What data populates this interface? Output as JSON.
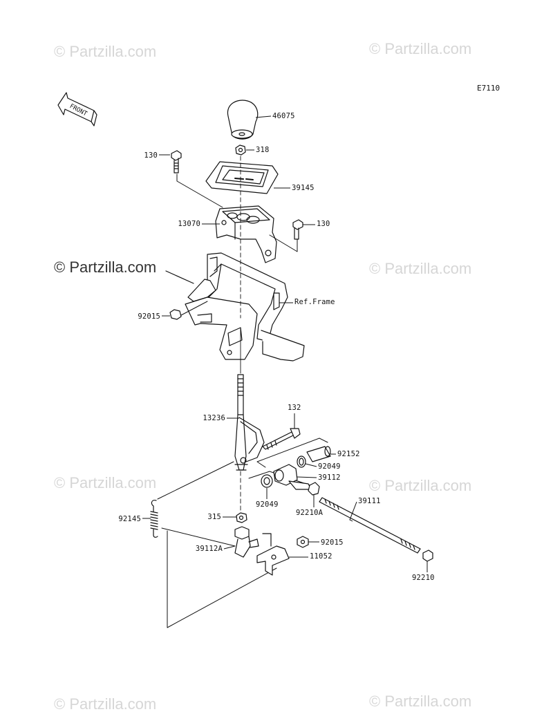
{
  "watermarks": {
    "top_left": "© Partzilla.com",
    "top_right": "© Partzilla.com",
    "mid_left": "© Partzilla.com",
    "mid_right": "© Partzilla.com",
    "low_left": "© Partzilla.com",
    "low_right": "© Partzilla.com",
    "bottom_left": "© Partzilla.com",
    "bottom_right": "© Partzilla.com"
  },
  "diagram_code": "E7110",
  "front_label": "FRONT",
  "parts": {
    "p46075": "46075",
    "p318": "318",
    "p130a": "130",
    "p39145": "39145",
    "p13070": "13070",
    "p130b": "130",
    "p_ref_frame": "Ref.Frame",
    "p92015a": "92015",
    "p132": "132",
    "p13236": "13236",
    "p92152": "92152",
    "p92049a": "92049",
    "p39112": "39112",
    "p39111": "39111",
    "p92049b": "92049",
    "p92210a": "92210A",
    "p92145": "92145",
    "p315": "315",
    "p92015b": "92015",
    "p39112a": "39112A",
    "p11052": "11052",
    "p92210": "92210"
  },
  "colors": {
    "line": "#111111",
    "watermark": "#d6d6d6",
    "background": "#ffffff"
  }
}
